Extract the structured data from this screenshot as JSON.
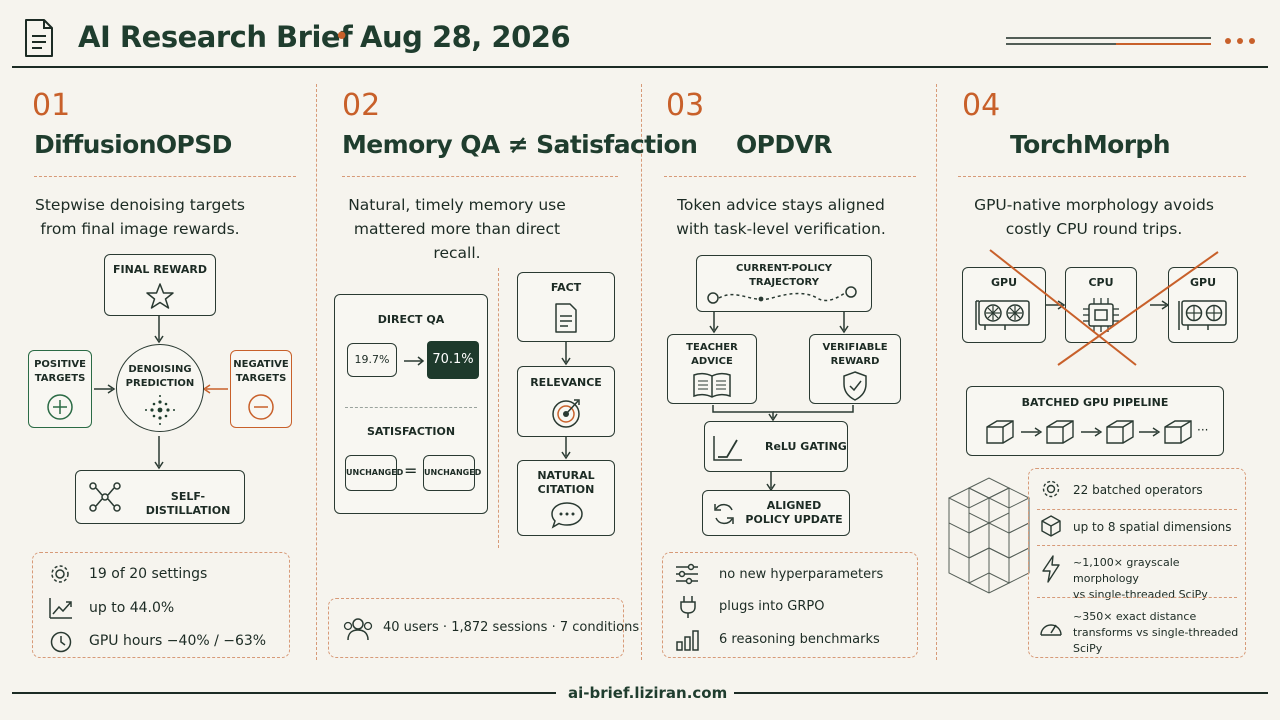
{
  "header": {
    "title": "AI Research Brief",
    "separator": "•",
    "date": "Aug 28, 2026"
  },
  "footer": {
    "url": "ai-brief.liziran.com"
  },
  "colors": {
    "accent": "#c8602a",
    "ink": "#1f3d2e",
    "background": "#f6f4ee"
  },
  "sections": [
    {
      "number": "01",
      "title": "DiffusionOPSD",
      "description": [
        "Stepwise denoising targets",
        "from final image rewards."
      ],
      "diagram": {
        "final_reward": "FINAL REWARD",
        "positive": [
          "POSITIVE",
          "TARGETS"
        ],
        "center": [
          "DENOISING",
          "PREDICTION"
        ],
        "negative": [
          "NEGATIVE",
          "TARGETS"
        ],
        "self_distillation": "SELF-DISTILLATION"
      },
      "stats": [
        "19 of 20 settings",
        "up to 44.0%",
        "GPU hours −40% / −63%"
      ]
    },
    {
      "number": "02",
      "title": "Memory QA ≠ Satisfaction",
      "description": [
        "Natural, timely memory use",
        "mattered more than direct recall."
      ],
      "diagram": {
        "direct_qa": "DIRECT QA",
        "qa_from": "19.7%",
        "qa_to": "70.1%",
        "satisfaction": "SATISFACTION",
        "sat_left": "UNCHANGED",
        "equals": "=",
        "sat_right": "UNCHANGED",
        "fact": "FACT",
        "relevance": "RELEVANCE",
        "citation": [
          "NATURAL",
          "CITATION"
        ]
      },
      "stats": [
        "40 users · 1,872 sessions · 7 conditions"
      ]
    },
    {
      "number": "03",
      "title": "OPDVR",
      "description": [
        "Token advice stays aligned",
        "with task-level verification."
      ],
      "diagram": {
        "trajectory": [
          "CURRENT-POLICY",
          "TRAJECTORY"
        ],
        "teacher": [
          "TEACHER",
          "ADVICE"
        ],
        "verifiable": [
          "VERIFIABLE",
          "REWARD"
        ],
        "relu": "ReLU GATING",
        "update": [
          "ALIGNED",
          "POLICY UPDATE"
        ]
      },
      "stats": [
        "no new hyperparameters",
        "plugs into GRPO",
        "6 reasoning benchmarks"
      ]
    },
    {
      "number": "04",
      "title": "TorchMorph",
      "description": [
        "GPU-native morphology avoids",
        "costly CPU round trips."
      ],
      "diagram": {
        "gpu_left": "GPU",
        "cpu": "CPU",
        "gpu_right": "GPU",
        "pipeline": "BATCHED GPU PIPELINE",
        "ellipsis": "···"
      },
      "stats": [
        {
          "main": "22 batched operators"
        },
        {
          "main": "up to 8 spatial dimensions"
        },
        {
          "main": "~1,100×  grayscale morphology",
          "sub": "vs single-threaded SciPy"
        },
        {
          "main": "~350×  exact distance",
          "sub": "transforms vs single-threaded SciPy"
        }
      ]
    }
  ]
}
